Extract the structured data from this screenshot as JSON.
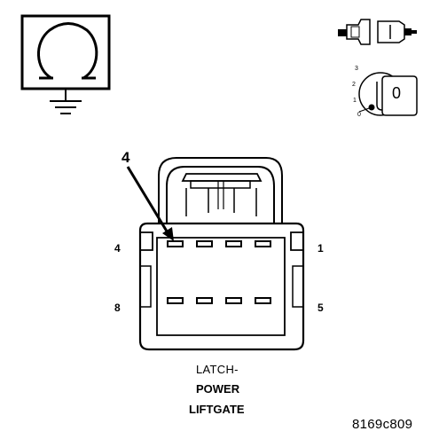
{
  "connector": {
    "callout": "4",
    "pin_label_top_left": "4",
    "pin_label_top_right": "1",
    "pin_label_bottom_left": "8",
    "pin_label_bottom_right": "5"
  },
  "title": {
    "line1": "LATCH-",
    "line2": "POWER",
    "line3": "LIFTGATE"
  },
  "figure_id": "8169c809",
  "ignition": {
    "position_3": "3",
    "position_2": "2",
    "position_1": "1",
    "position_0": "0",
    "key_label": "0"
  },
  "icons": {
    "test_symbol": "ohmmeter-ground-icon",
    "connector_symbol": "connector-plug-icon",
    "ignition_symbol": "ignition-key-off-icon"
  }
}
